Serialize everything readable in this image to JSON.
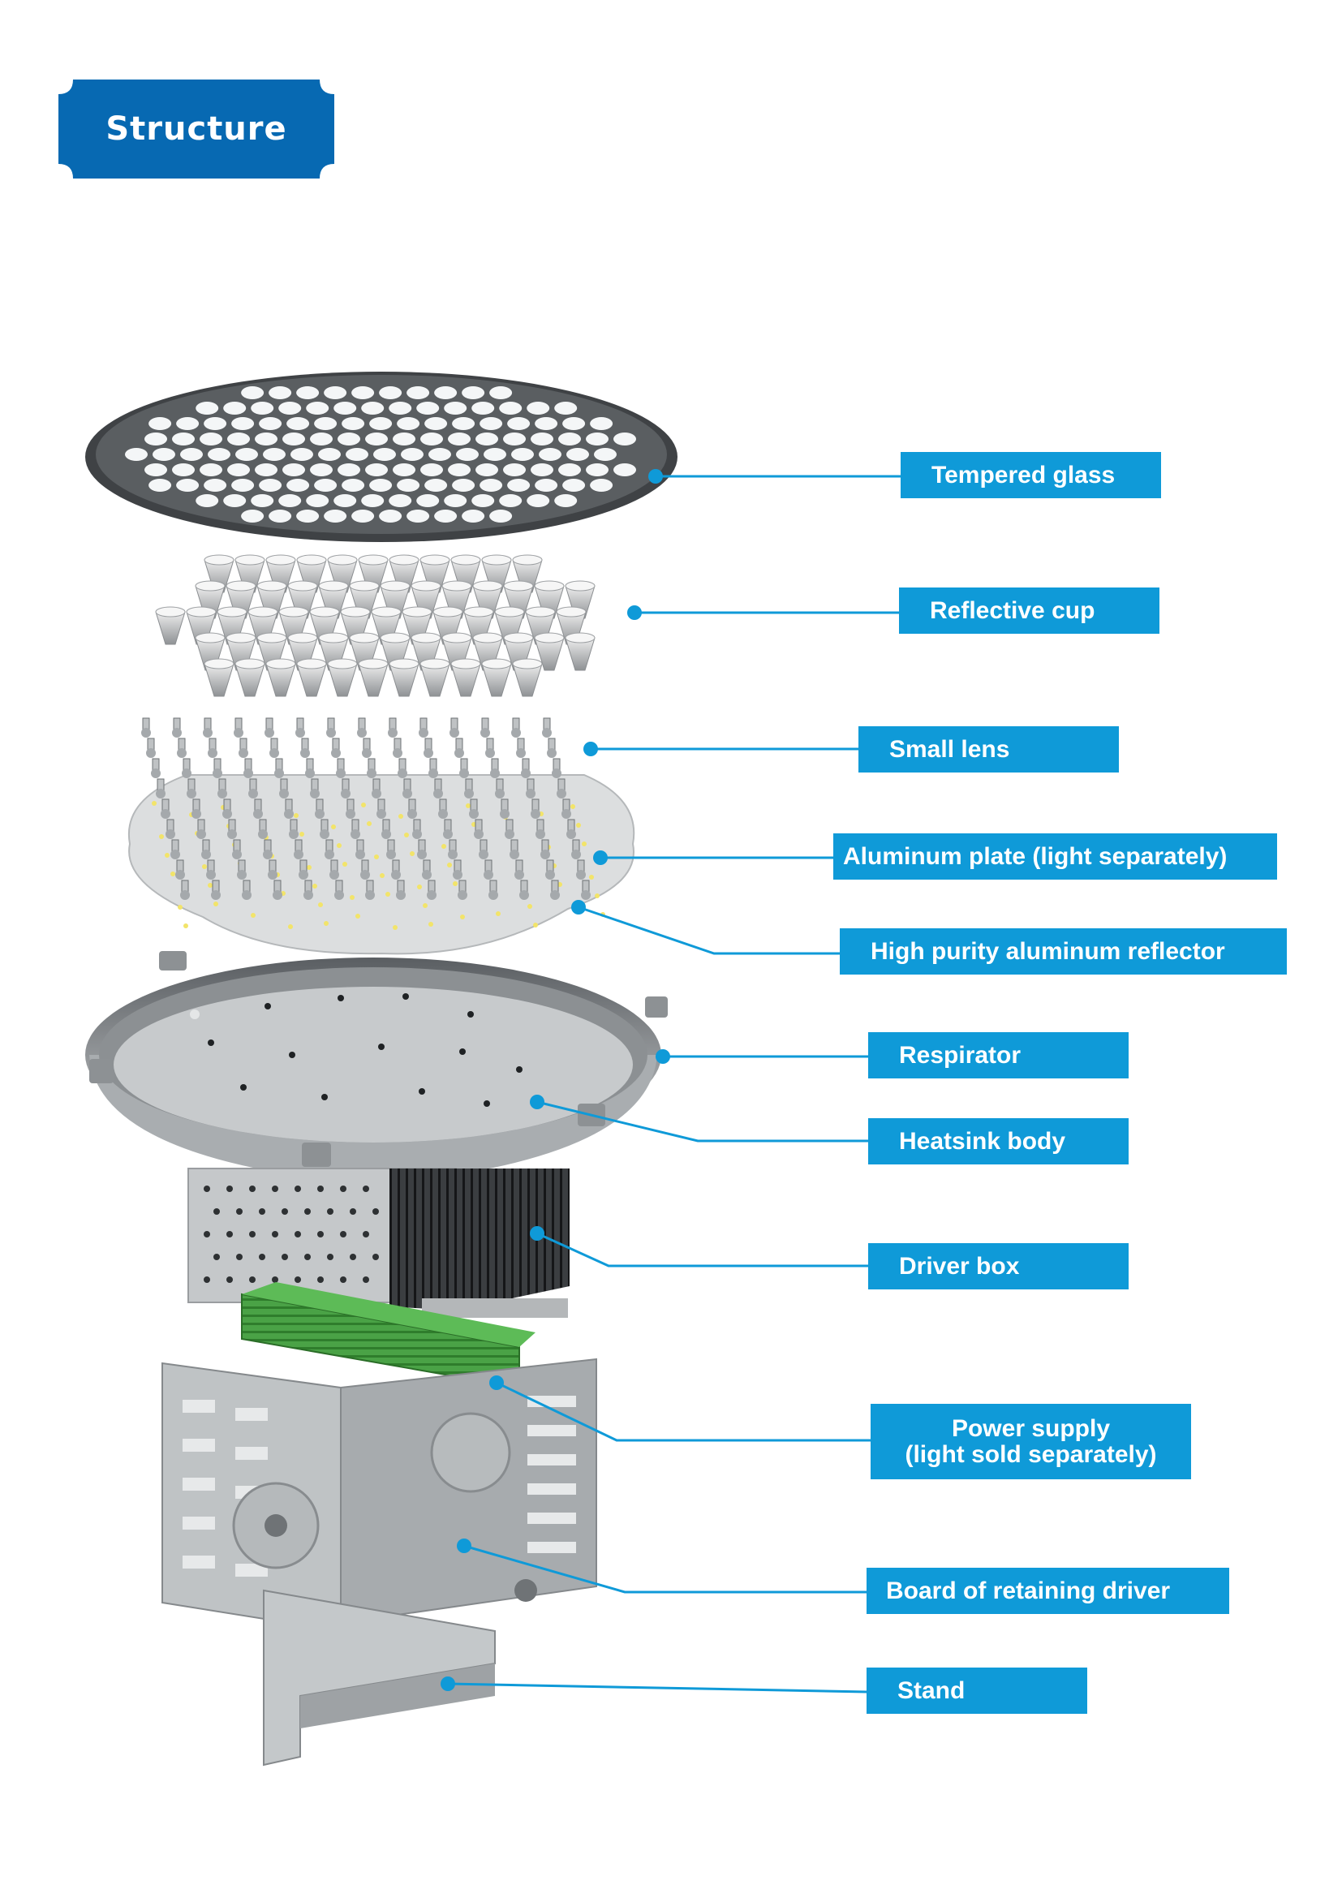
{
  "header": {
    "title": "Structure"
  },
  "colors": {
    "accent": "#0f9ad8",
    "badge": "#0769b2",
    "metal": "#b9bdc0",
    "pcb": "#3d9a3a"
  },
  "diagram": {
    "labels": {
      "tempered_glass": "Tempered glass",
      "reflective_cup": "Reflective cup",
      "small_lens": "Small lens",
      "aluminum_plate": "Aluminum plate    (light separately)",
      "high_purity_reflector": "High purity aluminum reflector",
      "respirator": "Respirator",
      "heatsink_body": "Heatsink body",
      "driver_box": "Driver box",
      "power_supply_line1": "Power  supply",
      "power_supply_line2": "(light sold separately)",
      "retaining_board": "Board of retaining driver",
      "stand": "Stand"
    }
  }
}
